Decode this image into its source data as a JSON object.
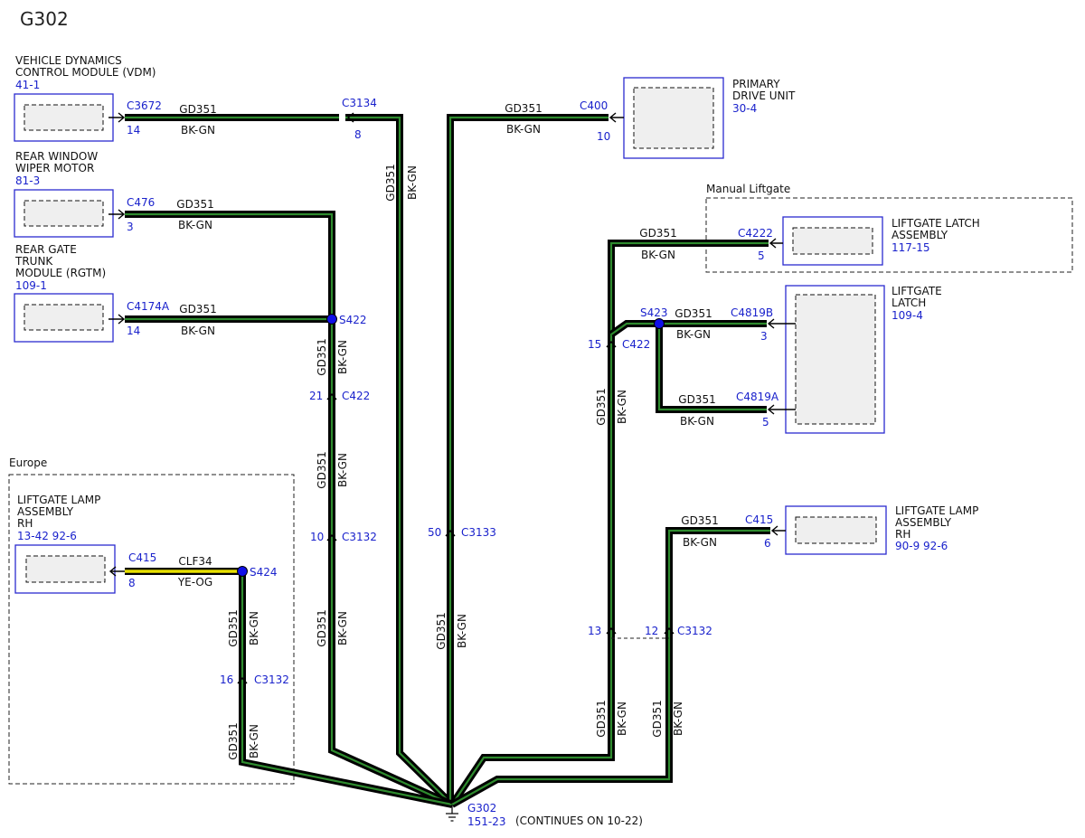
{
  "page_title": "G302",
  "wire": {
    "circuit": "GD351",
    "color": "BK-GN",
    "europe_circuit": "CLF34",
    "europe_color": "YE-OG"
  },
  "groups": {
    "europe": "Europe",
    "manual_liftgate": "Manual Liftgate"
  },
  "modules": {
    "vdm": {
      "name_line1": "VEHICLE DYNAMICS",
      "name_line2": "CONTROL MODULE (VDM)",
      "ref": "41-1"
    },
    "wiper": {
      "name_line1": "REAR WINDOW",
      "name_line2": "WIPER MOTOR",
      "ref": "81-3"
    },
    "rgtm": {
      "name_line1": "REAR GATE",
      "name_line2": "TRUNK",
      "name_line3": "MODULE (RGTM)",
      "ref": "109-1"
    },
    "pdu": {
      "name_line1": "PRIMARY",
      "name_line2": "DRIVE UNIT",
      "ref": "30-4"
    },
    "latch_assy": {
      "name_line1": "LIFTGATE LATCH",
      "name_line2": "ASSEMBLY",
      "ref": "117-15"
    },
    "latch": {
      "name_line1": "LIFTGATE",
      "name_line2": "LATCH",
      "ref": "109-4"
    },
    "lamp_rh_r": {
      "name_line1": "LIFTGATE LAMP",
      "name_line2": "ASSEMBLY",
      "name_line3": "RH",
      "ref": "90-9   92-6"
    },
    "lamp_rh_l": {
      "name_line1": "LIFTGATE LAMP",
      "name_line2": "ASSEMBLY",
      "name_line3": "RH",
      "ref": "13-42  92-6"
    }
  },
  "connectors": {
    "c3672": {
      "id": "C3672",
      "pin": "14"
    },
    "c3134": {
      "id": "C3134",
      "pin": "8"
    },
    "c476": {
      "id": "C476",
      "pin": "3"
    },
    "c4174a": {
      "id": "C4174A",
      "pin": "14"
    },
    "c400": {
      "id": "C400",
      "pin": "10"
    },
    "c4222": {
      "id": "C4222",
      "pin": "5"
    },
    "c4819b": {
      "id": "C4819B",
      "pin": "3"
    },
    "c4819a": {
      "id": "C4819A",
      "pin": "5"
    },
    "c422_left": {
      "id": "C422",
      "pin": "21"
    },
    "c422_right": {
      "id": "C422",
      "pin": "15"
    },
    "c3132_left": {
      "id": "C3132",
      "pin": "10"
    },
    "c3133": {
      "id": "C3133",
      "pin": "50"
    },
    "c415_left": {
      "id": "C415",
      "pin": "8"
    },
    "c3132_europe": {
      "id": "C3132",
      "pin": "16"
    },
    "c415_right": {
      "id": "C415",
      "pin": "6"
    },
    "c3132_right": {
      "id": "C3132",
      "pin_a": "13",
      "pin_b": "12"
    }
  },
  "splices": {
    "s422": "S422",
    "s423": "S423",
    "s424": "S424"
  },
  "ground": {
    "id": "G302",
    "ref": "151-23",
    "note": "(CONTINUES ON 10-22)"
  }
}
